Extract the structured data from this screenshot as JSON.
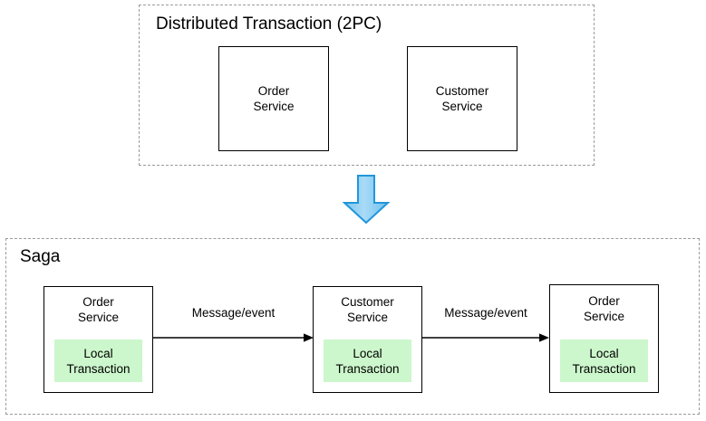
{
  "diagram": {
    "title_semantic": "two-phase-commit-vs-saga",
    "colors": {
      "group_border": "#9b9b9b",
      "box_border": "#000000",
      "local_txn_fill": "#ccf7cc",
      "arrow_fill_top": "#a6d9f5",
      "arrow_fill_bottom": "#74c2ee",
      "arrow_stroke": "#2196d9",
      "text": "#000000",
      "background": "#ffffff"
    }
  },
  "top_group": {
    "title": "Distributed Transaction (2PC)",
    "services": [
      {
        "name": "Order\nService"
      },
      {
        "name": "Customer\nService"
      }
    ]
  },
  "transition_arrow": {
    "direction": "down",
    "icon": "down-arrow-icon"
  },
  "saga_group": {
    "title": "Saga",
    "services": [
      {
        "name": "Order\nService",
        "local_transaction": "Local\nTransaction"
      },
      {
        "name": "Customer\nService",
        "local_transaction": "Local\nTransaction"
      },
      {
        "name": "Order\nService",
        "local_transaction": "Local\nTransaction"
      }
    ],
    "connectors": [
      {
        "label": "Message/event"
      },
      {
        "label": "Message/event"
      }
    ]
  }
}
